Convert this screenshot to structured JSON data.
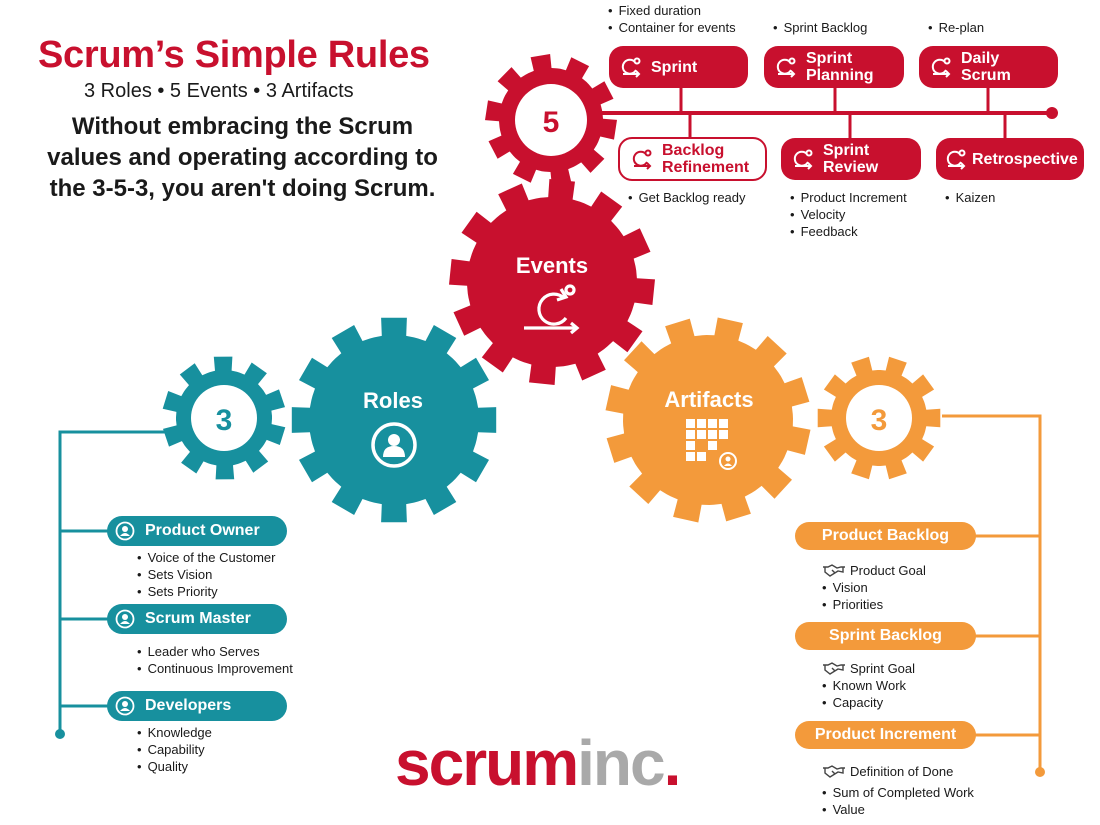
{
  "header": {
    "title": "Scrum’s Simple Rules",
    "subtitle": "3 Roles • 5 Events • 3 Artifacts",
    "description": "Without embracing the Scrum values and operating according to the 3-5-3, you aren't doing Scrum."
  },
  "colors": {
    "red": "#c8102e",
    "teal": "#17909e",
    "orange": "#f39a3b",
    "grey": "#a9a9a9"
  },
  "gears": {
    "events_count": "5",
    "events_label": "Events",
    "roles_count": "3",
    "roles_label": "Roles",
    "artifacts_count": "3",
    "artifacts_label": "Artifacts"
  },
  "events": {
    "sprint": {
      "label": "Sprint",
      "notes": [
        "Fixed duration",
        "Container for events"
      ]
    },
    "sprint_planning": {
      "label1": "Sprint",
      "label2": "Planning",
      "notes": [
        "Sprint Backlog"
      ]
    },
    "daily_scrum": {
      "label1": "Daily",
      "label2": "Scrum",
      "notes": [
        "Re-plan"
      ]
    },
    "backlog_refinement": {
      "label1": "Backlog",
      "label2": "Refinement",
      "notes": [
        "Get Backlog ready"
      ]
    },
    "sprint_review": {
      "label1": "Sprint",
      "label2": "Review",
      "notes": [
        "Product Increment",
        "Velocity",
        "Feedback"
      ]
    },
    "retrospective": {
      "label": "Retrospective",
      "notes": [
        "Kaizen"
      ]
    }
  },
  "roles": [
    {
      "label": "Product Owner",
      "notes": [
        "Voice of the Customer",
        "Sets Vision",
        "Sets Priority"
      ]
    },
    {
      "label": "Scrum Master",
      "notes": [
        "Leader who Serves",
        "Continuous Improvement"
      ]
    },
    {
      "label": "Developers",
      "notes": [
        "Knowledge",
        "Capability",
        "Quality"
      ]
    }
  ],
  "artifacts": [
    {
      "label": "Product Backlog",
      "commitment": "Product Goal",
      "notes": [
        "Vision",
        "Priorities"
      ]
    },
    {
      "label": "Sprint Backlog",
      "commitment": "Sprint Goal",
      "notes": [
        "Known Work",
        "Capacity"
      ]
    },
    {
      "label": "Product Increment",
      "commitment": "Definition of Done",
      "notes": [
        "Sum of Completed Work",
        "Value"
      ]
    }
  ],
  "logo": {
    "part1": "scrum",
    "part2": "inc",
    "part3": "."
  }
}
